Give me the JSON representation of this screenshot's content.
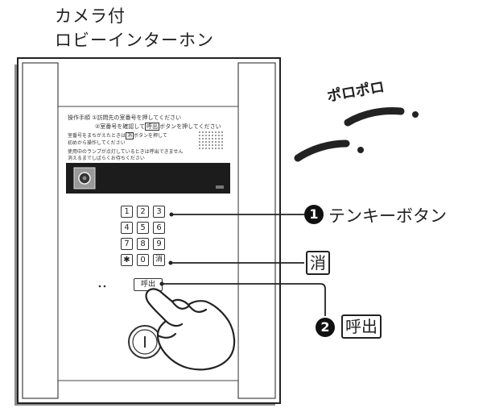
{
  "title": {
    "line1": "カメラ付",
    "line2": "ロビーインターホン"
  },
  "panel": {
    "instructions": {
      "line1": "操作手順 ①訪問先の室番号を押してください",
      "line2": "②室番号を確認して",
      "line2_key": "呼出",
      "line2_tail": "ボタンを押してください",
      "line3": "室番号をまちがえたときは",
      "line3_key": "消",
      "line3_tail": "ボタンを押して",
      "line4": "初めから操作してください",
      "line5": "使用中のランプが点灯しているときは呼出できません",
      "line6": "消えるまでしばらくお待ちください"
    },
    "keys": [
      "1",
      "2",
      "3",
      "4",
      "5",
      "6",
      "7",
      "8",
      "9",
      "✱",
      "0",
      "消"
    ],
    "call_key": "呼出"
  },
  "sound_text": "ポロポロ",
  "callouts": {
    "tenkey": {
      "number": "1",
      "label": "テンキーボタン"
    },
    "clear": {
      "label": "消"
    },
    "call": {
      "number": "2",
      "label": "呼出"
    }
  }
}
